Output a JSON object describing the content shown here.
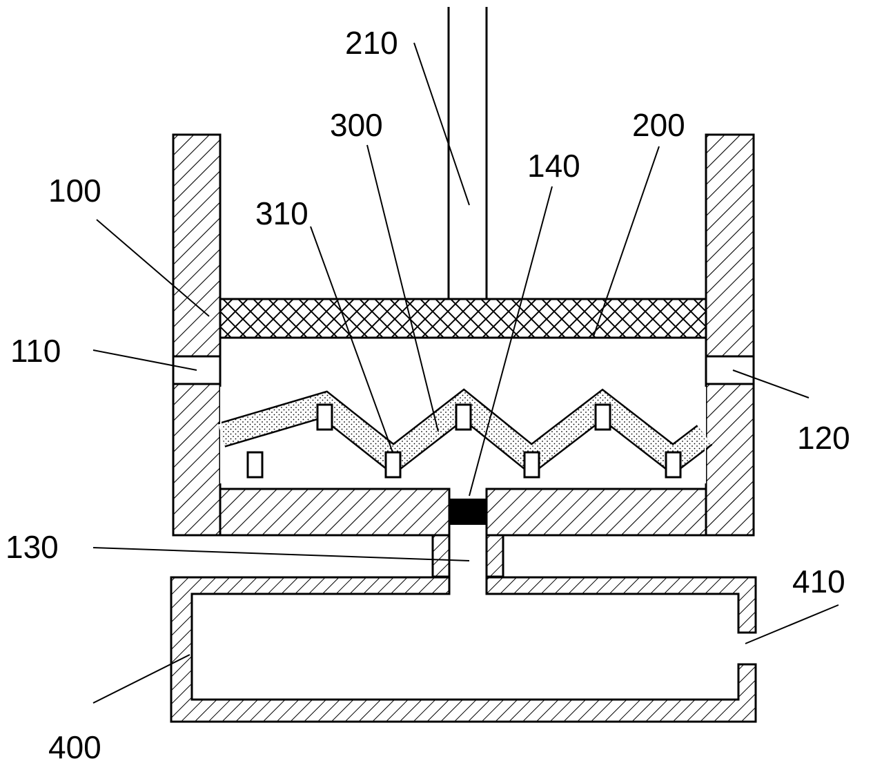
{
  "labels": {
    "l210": "210",
    "l300": "300",
    "l200": "200",
    "l140": "140",
    "l100": "100",
    "l310": "310",
    "l110": "110",
    "l120": "120",
    "l130": "130",
    "l410": "410",
    "l400": "400"
  },
  "colors": {
    "line": "#000000",
    "background": "#ffffff"
  }
}
